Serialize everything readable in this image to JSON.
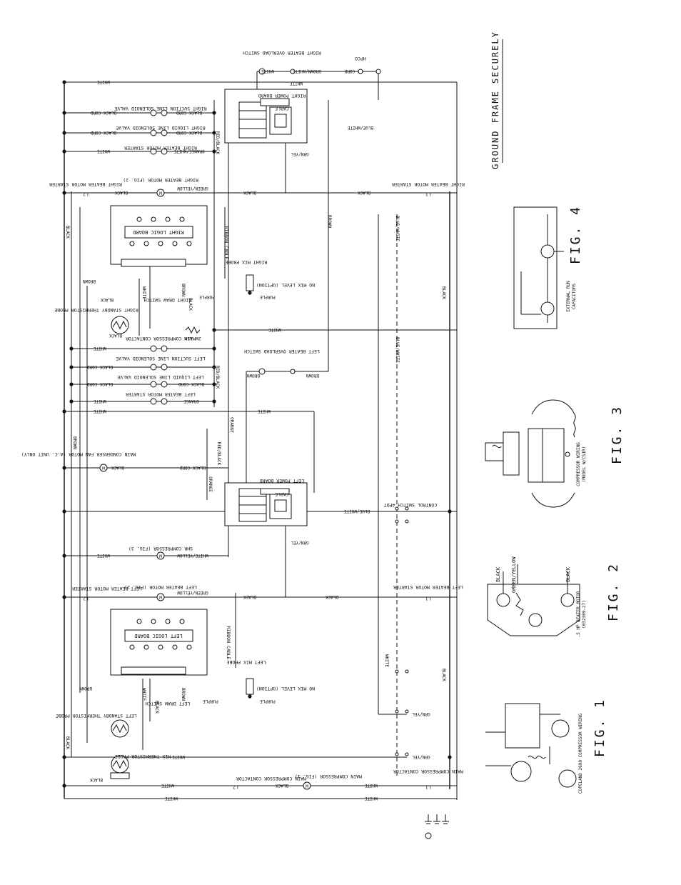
{
  "labels": {
    "ground_frame": "GROUND FRAME SECURELY",
    "fig1": "FIG. 1",
    "fig2": "FIG. 2",
    "fig3": "FIG. 3",
    "fig4": "FIG. 4",
    "fig1_caption": "COPELAND 2600 COMPRESSOR WIRING",
    "fig2_caption": ".5 HP BEATER MOTOR",
    "fig2_part": "(032309-27)",
    "fig3_caption": "COMPRESSOR WIRING",
    "fig3_caption2": "(MODEL W/CSIR)",
    "fig4_caption": "EXTERNAL RUN",
    "fig4_caption2": "CAPACITORS",
    "right_logic_board": "RIGHT LOGIC BOARD",
    "left_logic_board": "LEFT LOGIC BOARD",
    "right_power_board": "RIGHT POWER BOARD",
    "left_power_board": "LEFT POWER BOARD",
    "cable": "CABLE",
    "right_beater_overload": "RIGHT BEATER OVERLOAD SWITCH",
    "left_beater_overload": "LEFT BEATER OVERLOAD SWITCH",
    "hpco": "HPCO",
    "right_suction_valve": "RIGHT SUCTION LINE SOLENOID VALVE",
    "right_liquid_valve": "RIGHT LIQUID LINE SOLENOID VALVE",
    "right_beater_starter": "RIGHT BEATER MOTOR STARTER",
    "right_beater_motor": "RIGHT BEATER MOTOR (FIG. 2)",
    "left_suction_valve": "LEFT SUCTION LINE SOLENOID VALVE",
    "left_liquid_valve": "LEFT LIQUID LINE SOLENOID VALVE",
    "left_beater_starter": "LEFT BEATER MOTOR STARTER",
    "left_beater_motor": "LEFT BEATER MOTOR (FIG. 2)",
    "main_compressor_contactor": "MAIN COMPRESSOR CONTACTOR",
    "main_compressor": "MAIN COMPRESSOR (FIG. 1)",
    "shr_compressor": "SHR COMPRESSOR (FIG. 3)",
    "condenser_fan": "MAIN CONDENSER FAN MOTOR (A.C. UNIT ONLY)",
    "right_mix_probe": "RIGHT MIX PROBE",
    "left_mix_probe": "LEFT MIX PROBE",
    "no_mix_level": "NO MIX LEVEL (OPTION)",
    "right_draw_switch": "RIGHT DRAW SWITCH",
    "left_draw_switch": "LEFT DRAW SWITCH",
    "right_standby_probe": "RIGHT STANDBY THERMISTOR PROBE",
    "left_standby_probe": "LEFT STANDBY THERMISTOR PROBE",
    "mix_probe": "MIX THERMISTOR PROBE",
    "control_switch": "CONTROL SWITCH 4PDT",
    "resistor": "2W 15K",
    "l1": "L1",
    "l2": "L2",
    "ribbon_cable": "RIBBON CABLE"
  },
  "wire_colors": {
    "white": "WHITE",
    "black": "BLACK",
    "brown": "BROWN",
    "black_cord": "BLACK CORD",
    "blue_white": "BLUE/WHITE",
    "red_black": "RED/BLACK",
    "orange": "ORANGE",
    "orange_white": "ORANGE/WHITE",
    "green_yellow": "GREEN/YELLOW",
    "grn_yel": "GRN/YEL",
    "purple": "PURPLE",
    "brown_white": "BROWN/WHITE",
    "white_yellow": "WHITE/YELLOW",
    "cord": "CORD"
  },
  "colors": {
    "ink": "#111111",
    "paper": "#ffffff"
  }
}
